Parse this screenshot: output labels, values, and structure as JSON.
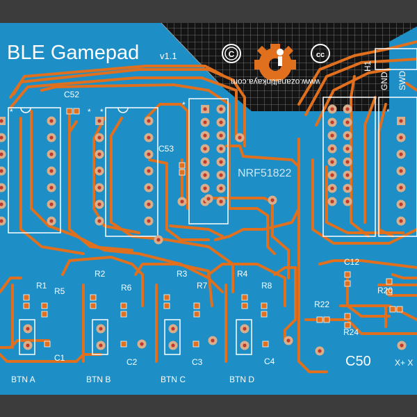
{
  "board": {
    "title": "BLE Gamepad",
    "version": "v1.1",
    "url": "www.ozanaltinkaya.com",
    "module_label": "NRF51822",
    "header_label": "H1",
    "header_pins": [
      "GND",
      "SWD"
    ],
    "right_bottom_pins": "X+ X"
  },
  "components": {
    "capacitors": [
      "C52",
      "C53",
      "C12",
      "C1",
      "C2",
      "C3",
      "C4",
      "C50"
    ],
    "resistors": [
      "R1",
      "R5",
      "R2",
      "R6",
      "R3",
      "R7",
      "R4",
      "R8",
      "R20",
      "R22",
      "R24"
    ],
    "buttons": [
      "BTN A",
      "BTN B",
      "BTN C",
      "BTN D"
    ]
  },
  "colors": {
    "background": "#3c3c3c",
    "board": "#1e8fc6",
    "trace": "#e0701e",
    "pad": "#d9ae8a",
    "silkscreen": "#ffffff",
    "grid_area": "#141414"
  },
  "logos": [
    "copyright-icon",
    "open-hardware-icon",
    "creative-commons-icon"
  ]
}
